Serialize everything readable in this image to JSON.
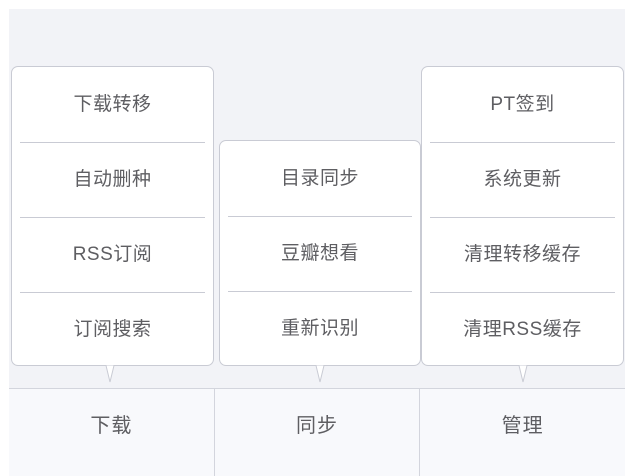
{
  "theme": {
    "page_background": "#ffffff",
    "frame_background": "#f2f3f7",
    "card_background": "#ffffff",
    "card_border": "#c9cbd4",
    "divider": "#c9cbd4",
    "text": "#5e5e62",
    "tabbar_background": "#f8f9fc",
    "tabbar_border": "#d3d5dd"
  },
  "popovers": [
    {
      "id": "download-menu",
      "items": [
        {
          "label": "下载转移"
        },
        {
          "label": "自动删种"
        },
        {
          "label": "RSS订阅"
        },
        {
          "label": "订阅搜索"
        }
      ]
    },
    {
      "id": "sync-menu",
      "items": [
        {
          "label": "目录同步"
        },
        {
          "label": "豆瓣想看"
        },
        {
          "label": "重新识别"
        }
      ]
    },
    {
      "id": "manage-menu",
      "items": [
        {
          "label": "PT签到"
        },
        {
          "label": "系统更新"
        },
        {
          "label": "清理转移缓存"
        },
        {
          "label": "清理RSS缓存"
        }
      ]
    }
  ],
  "tabbar": {
    "tabs": [
      {
        "label": "下载"
      },
      {
        "label": "同步"
      },
      {
        "label": "管理"
      }
    ]
  }
}
